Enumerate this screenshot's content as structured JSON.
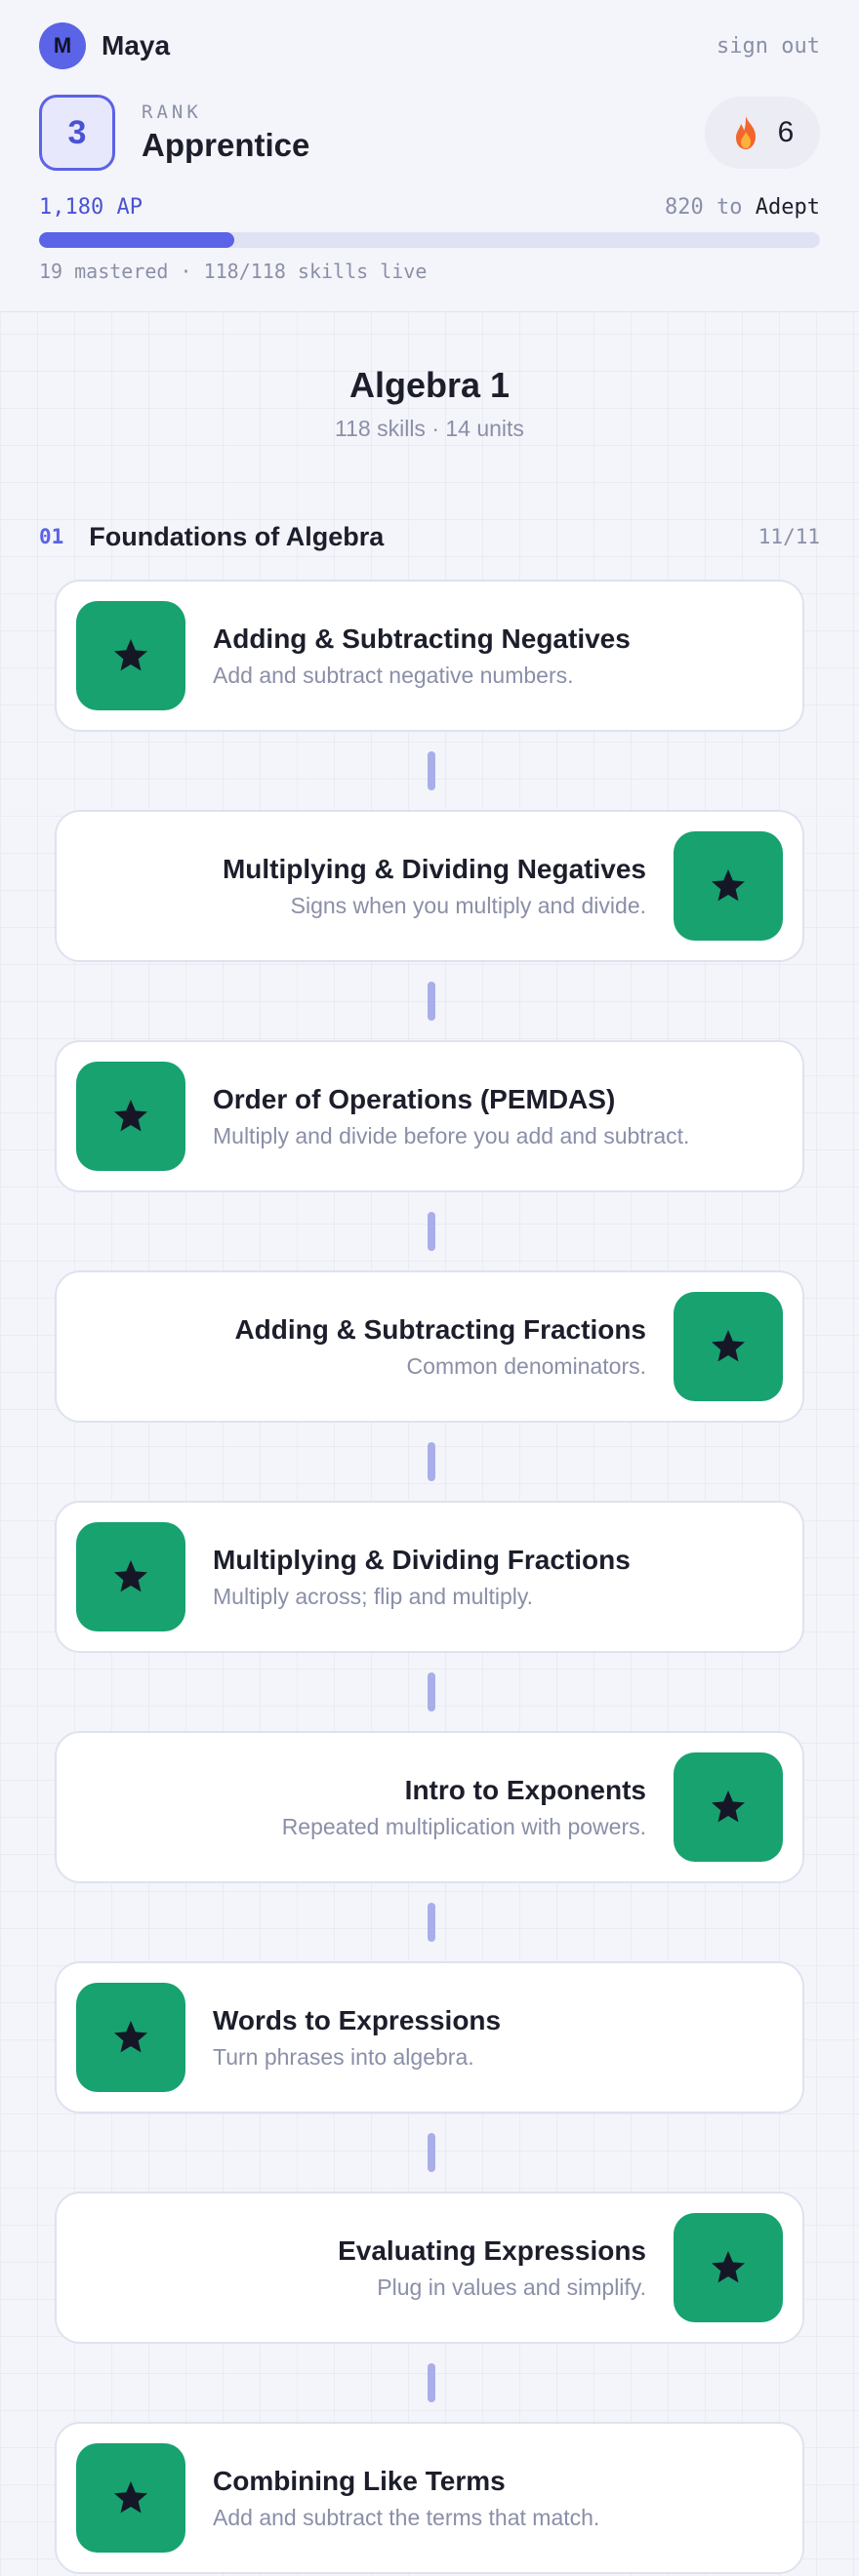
{
  "user": {
    "initial": "M",
    "name": "Maya",
    "sign_out": "sign out"
  },
  "rank": {
    "level": "3",
    "label": "RANK",
    "name": "Apprentice"
  },
  "streak": {
    "count": "6",
    "icon": "flame-icon"
  },
  "progress": {
    "ap": "1,180 AP",
    "to_next": "820",
    "to_word": "to",
    "next_rank": "Adept",
    "fraction": 0.25,
    "stats": "19 mastered · 118/118 skills live"
  },
  "course": {
    "title": "Algebra 1",
    "subtitle": "118 skills · 14 units"
  },
  "unit": {
    "number": "01",
    "title": "Foundations of Algebra",
    "count": "11/11"
  },
  "colors": {
    "accent": "#5b63e6",
    "mastered": "#17a270",
    "connector": "#a9aee8"
  },
  "skills": [
    {
      "title": "Adding & Subtracting Negatives",
      "description": "Add and subtract negative numbers.",
      "icon": "star-icon",
      "side": "left"
    },
    {
      "title": "Multiplying & Dividing Negatives",
      "description": "Signs when you multiply and divide.",
      "icon": "star-icon",
      "side": "right"
    },
    {
      "title": "Order of Operations (PEMDAS)",
      "description": "Multiply and divide before you add and subtract.",
      "icon": "star-icon",
      "side": "left"
    },
    {
      "title": "Adding & Subtracting Fractions",
      "description": "Common denominators.",
      "icon": "star-icon",
      "side": "right"
    },
    {
      "title": "Multiplying & Dividing Fractions",
      "description": "Multiply across; flip and multiply.",
      "icon": "star-icon",
      "side": "left"
    },
    {
      "title": "Intro to Exponents",
      "description": "Repeated multiplication with powers.",
      "icon": "star-icon",
      "side": "right"
    },
    {
      "title": "Words to Expressions",
      "description": "Turn phrases into algebra.",
      "icon": "star-icon",
      "side": "left"
    },
    {
      "title": "Evaluating Expressions",
      "description": "Plug in values and simplify.",
      "icon": "star-icon",
      "side": "right"
    },
    {
      "title": "Combining Like Terms",
      "description": "Add and subtract the terms that match.",
      "icon": "star-icon",
      "side": "left"
    }
  ]
}
